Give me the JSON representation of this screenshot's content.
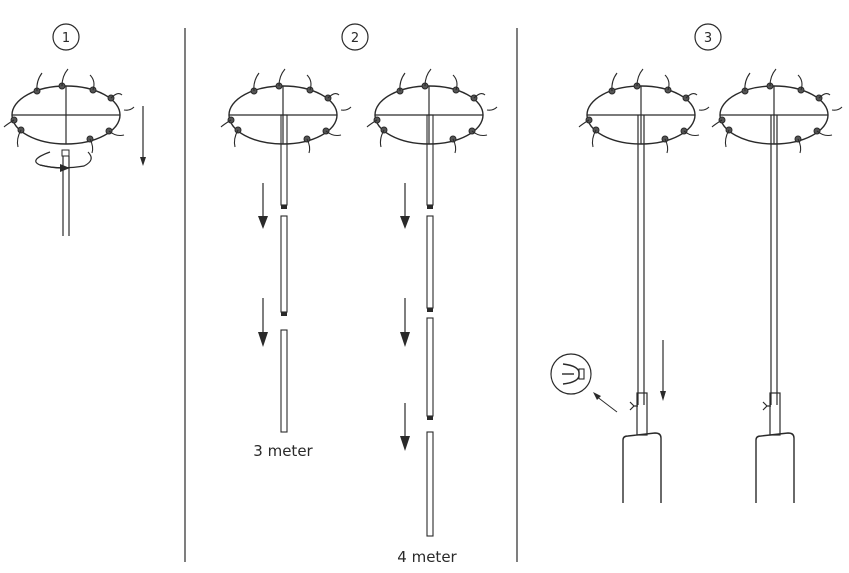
{
  "steps": [
    {
      "number": "1"
    },
    {
      "number": "2",
      "left_label": "3 meter",
      "right_label": "4 meter"
    },
    {
      "number": "3"
    }
  ],
  "colors": {
    "line": "#2a2a2a",
    "background": "#ffffff"
  }
}
